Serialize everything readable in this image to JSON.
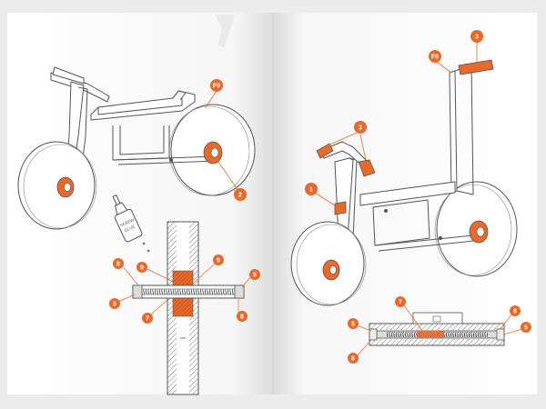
{
  "colors": {
    "accent": "#e8692c",
    "line": "#555555",
    "page": "#ffffff",
    "background": "#ececec"
  },
  "glue_bottle": {
    "label_line1": "SCREW",
    "label_line2": "GLUE"
  },
  "left_page": {
    "callouts": {
      "f9": "F9",
      "c2": "2",
      "c8a": "8",
      "c9a": "9",
      "c9b": "9",
      "c5a": "5",
      "c5b": "5",
      "c7": "7",
      "c8b": "8"
    }
  },
  "right_page": {
    "callouts": {
      "c3top": "3",
      "f6": "F6",
      "c3mid": "3",
      "c1": "1",
      "c7": "7",
      "c5a": "5",
      "c8a": "8",
      "c5b": "5",
      "c8b": "8"
    }
  }
}
